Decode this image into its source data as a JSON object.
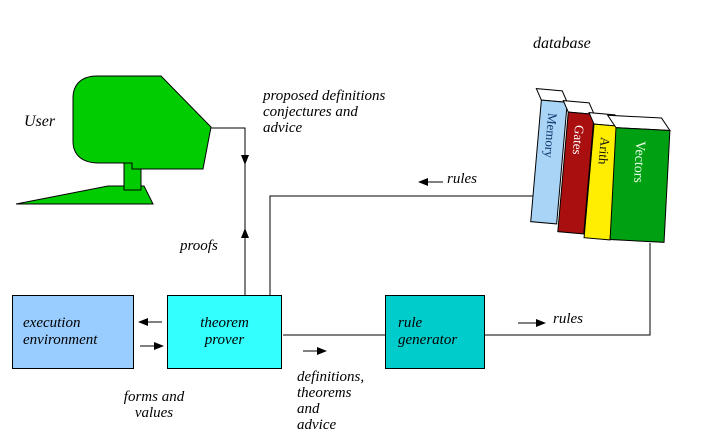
{
  "colors": {
    "computer": "#00cc00",
    "box_execution": "#99ccff",
    "box_theorem": "#33ffff",
    "box_rulegen": "#00cccc",
    "line": "#000000",
    "background": "#ffffff"
  },
  "labels": {
    "user": "User",
    "database": "database",
    "proposed_line1": "proposed definitions",
    "proposed_line2": "conjectures and",
    "proposed_line3": "advice",
    "proofs": "proofs",
    "rules_top": "rules",
    "rules_right": "rules",
    "forms_line1": "forms and",
    "forms_line2": "values",
    "defs_line1": "definitions,",
    "defs_line2": "theorems",
    "defs_line3": "and",
    "defs_line4": "advice"
  },
  "boxes": {
    "execution": {
      "line1": "execution",
      "line2": "environment",
      "color": "#99ccff"
    },
    "theorem": {
      "line1": "theorem",
      "line2": "prover",
      "color": "#33ffff"
    },
    "rulegen": {
      "line1": "rule",
      "line2": "generator",
      "color": "#00cccc"
    }
  },
  "books": [
    {
      "title": "Memory",
      "cover": "#a9d4f5",
      "text_color": "#14366e"
    },
    {
      "title": "Gates",
      "cover": "#aa0f0f",
      "text_color": "#ffffff"
    },
    {
      "title": "Arith",
      "cover": "#ffee00",
      "text_color": "#101010"
    },
    {
      "title": "Vectors",
      "cover": "#00a013",
      "text_color": "#eaffea"
    }
  ]
}
